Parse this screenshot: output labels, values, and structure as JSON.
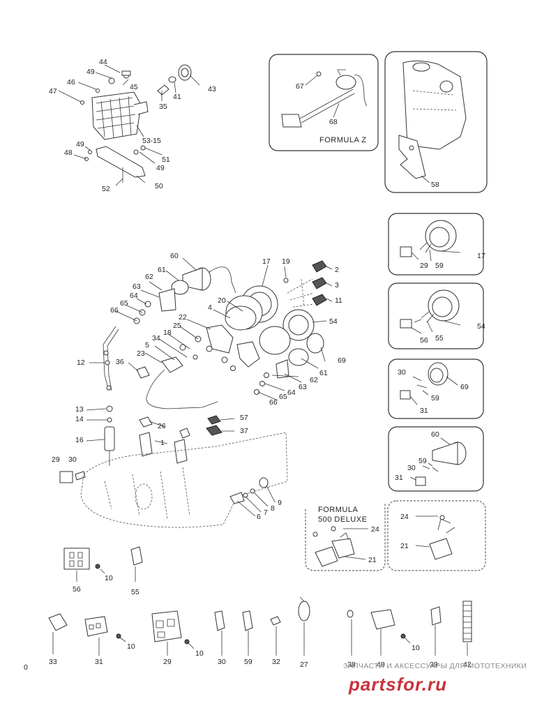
{
  "callouts": {
    "c44": "44",
    "c49a": "49",
    "c45": "45",
    "c46": "46",
    "c47": "47",
    "c53_15": "53-15",
    "c35": "35",
    "c41": "41",
    "c43": "43",
    "c48": "48",
    "c49b": "49",
    "c49c": "49",
    "c51": "51",
    "c50": "50",
    "c52": "52",
    "c67": "67",
    "c68": "68",
    "c58": "58",
    "c60": "60",
    "c61": "61",
    "c62": "62",
    "c63": "63",
    "c64": "64",
    "c65": "65",
    "c66": "66",
    "c17": "17",
    "c19": "19",
    "c2": "2",
    "c3": "3",
    "c11": "11",
    "c20": "20",
    "c4": "4",
    "c22": "22",
    "c25": "25",
    "c18": "18",
    "c54": "54",
    "c34": "34",
    "c5": "5",
    "c23": "23",
    "c36": "36",
    "c12": "12",
    "c69": "69",
    "c61b": "61",
    "c62b": "62",
    "c63b": "63",
    "c64b": "64",
    "c65b": "65",
    "c66b": "66",
    "c13": "13",
    "c14": "14",
    "c16": "16",
    "c26": "26",
    "c1": "1",
    "c57": "57",
    "c37": "37",
    "c29": "29",
    "c30": "30",
    "c9": "9",
    "c8": "8",
    "c7": "7",
    "c6": "6",
    "p17_17": "17",
    "p17_29": "29",
    "p17_59": "59",
    "p54_54": "54",
    "p54_56": "56",
    "p54_55": "55",
    "p69_30": "30",
    "p69_69": "69",
    "p69_59": "59",
    "p69_31": "31",
    "p60_60": "60",
    "p60_59": "59",
    "p60_30": "30",
    "p60_31": "31",
    "f24": "24",
    "f21": "21",
    "g24": "24",
    "g21": "21",
    "c56": "56",
    "c10a": "10",
    "c55": "55",
    "b33": "33",
    "b31": "31",
    "b10a": "10",
    "b29": "29",
    "b10b": "10",
    "b30": "30",
    "b59": "59",
    "b32": "32",
    "b27": "27",
    "b38": "38",
    "b40": "40",
    "b10c": "10",
    "b39": "39",
    "b42": "42",
    "b0": "0"
  },
  "panels": {
    "formula_z": "FORMULA  Z",
    "formula_500_line1": "FORMULA",
    "formula_500_line2": "500 DELUXE"
  },
  "watermark": {
    "tagline": "ЗАПЧАСТИ И АКСЕССУАРЫ ДЛЯ МОТОТЕХНИКИ",
    "logo": "partsfor.ru"
  }
}
